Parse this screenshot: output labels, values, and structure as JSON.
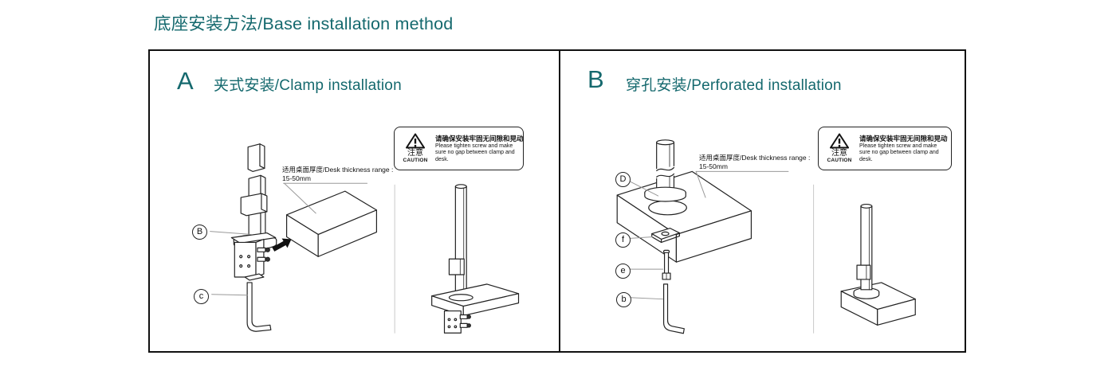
{
  "page": {
    "title": "底座安装方法/Base installation method"
  },
  "colors": {
    "accent": "#15696e",
    "line_art": "#222222",
    "leader": "#999999"
  },
  "caution": {
    "zh_label": "注意",
    "en_label": "CAUTION",
    "zh_text": "请确保安装牢固无间隙和晃动",
    "en_text": "Please tighten screw and make sure no gap between clamp and desk."
  },
  "thickness_note": {
    "line1": "适用桌面厚度/Desk thickness range :",
    "line2": "15-50mm"
  },
  "sections": [
    {
      "letter": "A",
      "title": "夹式安装/Clamp installation",
      "parts": [
        {
          "label": "B"
        },
        {
          "label": "c"
        }
      ]
    },
    {
      "letter": "B",
      "title": "穿孔安装/Perforated installation",
      "parts": [
        {
          "label": "D"
        },
        {
          "label": "f"
        },
        {
          "label": "e"
        },
        {
          "label": "b"
        }
      ]
    }
  ]
}
